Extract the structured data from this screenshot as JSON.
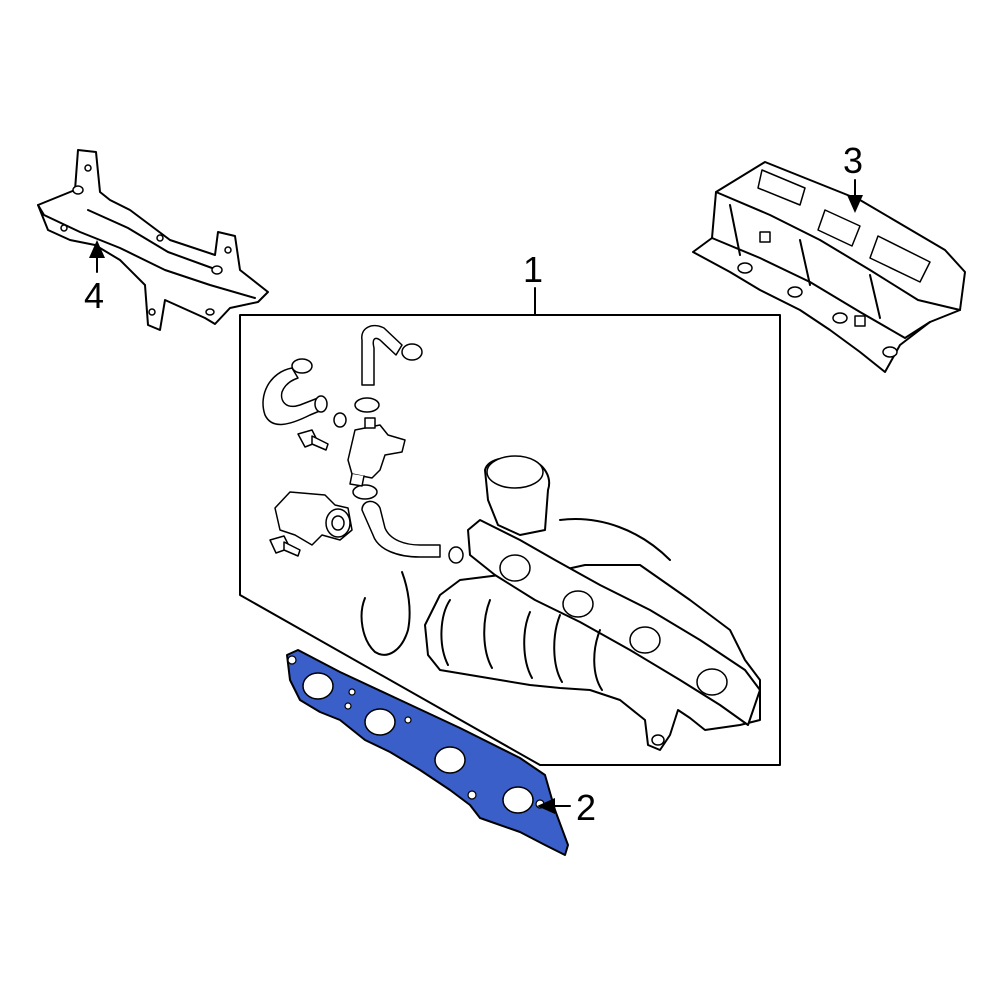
{
  "callouts": {
    "c1": "1",
    "c2": "2",
    "c3": "3",
    "c4": "4"
  },
  "colors": {
    "highlight_fill": "#3a5fc8",
    "outline": "#000000",
    "background": "#ffffff"
  },
  "icons": {
    "bracket": "mounting-bracket-icon",
    "heat_shield": "heat-shield-icon",
    "turbo": "turbocharger-assembly-icon",
    "gasket": "exhaust-manifold-gasket-icon"
  }
}
